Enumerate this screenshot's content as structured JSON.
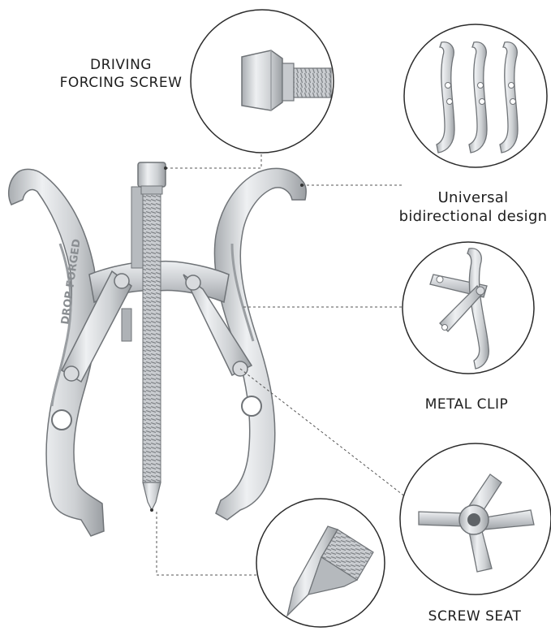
{
  "labels": {
    "driving_line1": "DRIVING",
    "driving_line2": "FORCING SCREW",
    "universal_line1": "Universal",
    "universal_line2": "bidirectional design",
    "metal_clip": "METAL CLIP",
    "screw_seat": "SCREW SEAT"
  },
  "engraving": "DROP FORGED",
  "colors": {
    "metal_light": "#e4e6e8",
    "metal_mid": "#c3c6c9",
    "metal_dark": "#8f9397",
    "outline": "#6f7377",
    "callout_ring": "#2b2b2b",
    "leader_line": "#555555"
  },
  "icons": {
    "tool": "three-jaw-gear-puller",
    "detail_1": "forcing-screw-head",
    "detail_2": "puller-jaws",
    "detail_3": "metal-clip",
    "detail_4": "screw-seat",
    "detail_5": "screw-tip"
  }
}
